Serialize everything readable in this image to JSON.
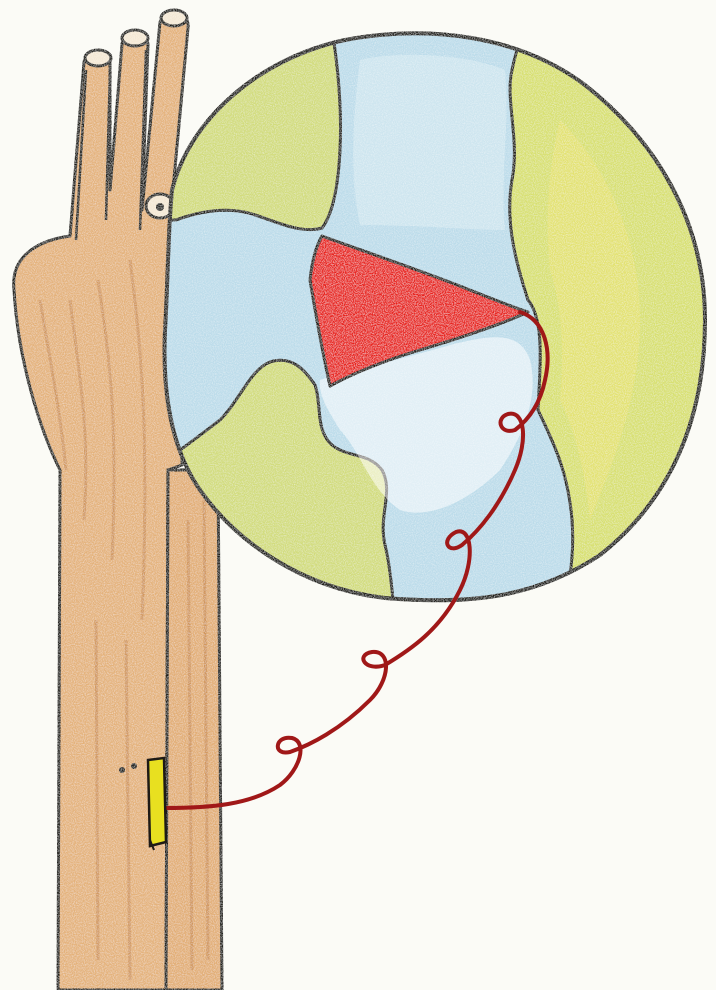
{
  "colors": {
    "paper": "#fbfbf6",
    "hand": "#e4b27a",
    "hand_streak": "#c98c50",
    "outline": "#1e1a16",
    "ocean": "#bcdcea",
    "land": "#d2dc7c",
    "land_bright": "#e6e272",
    "land_dark": "#a9c860",
    "red_region": "#e8201e",
    "string": "#a01818",
    "yellow_tag": "#e8e020"
  },
  "elements": [
    "hand",
    "globe",
    "red-triangle-region",
    "looped-string",
    "yellow-tag"
  ]
}
